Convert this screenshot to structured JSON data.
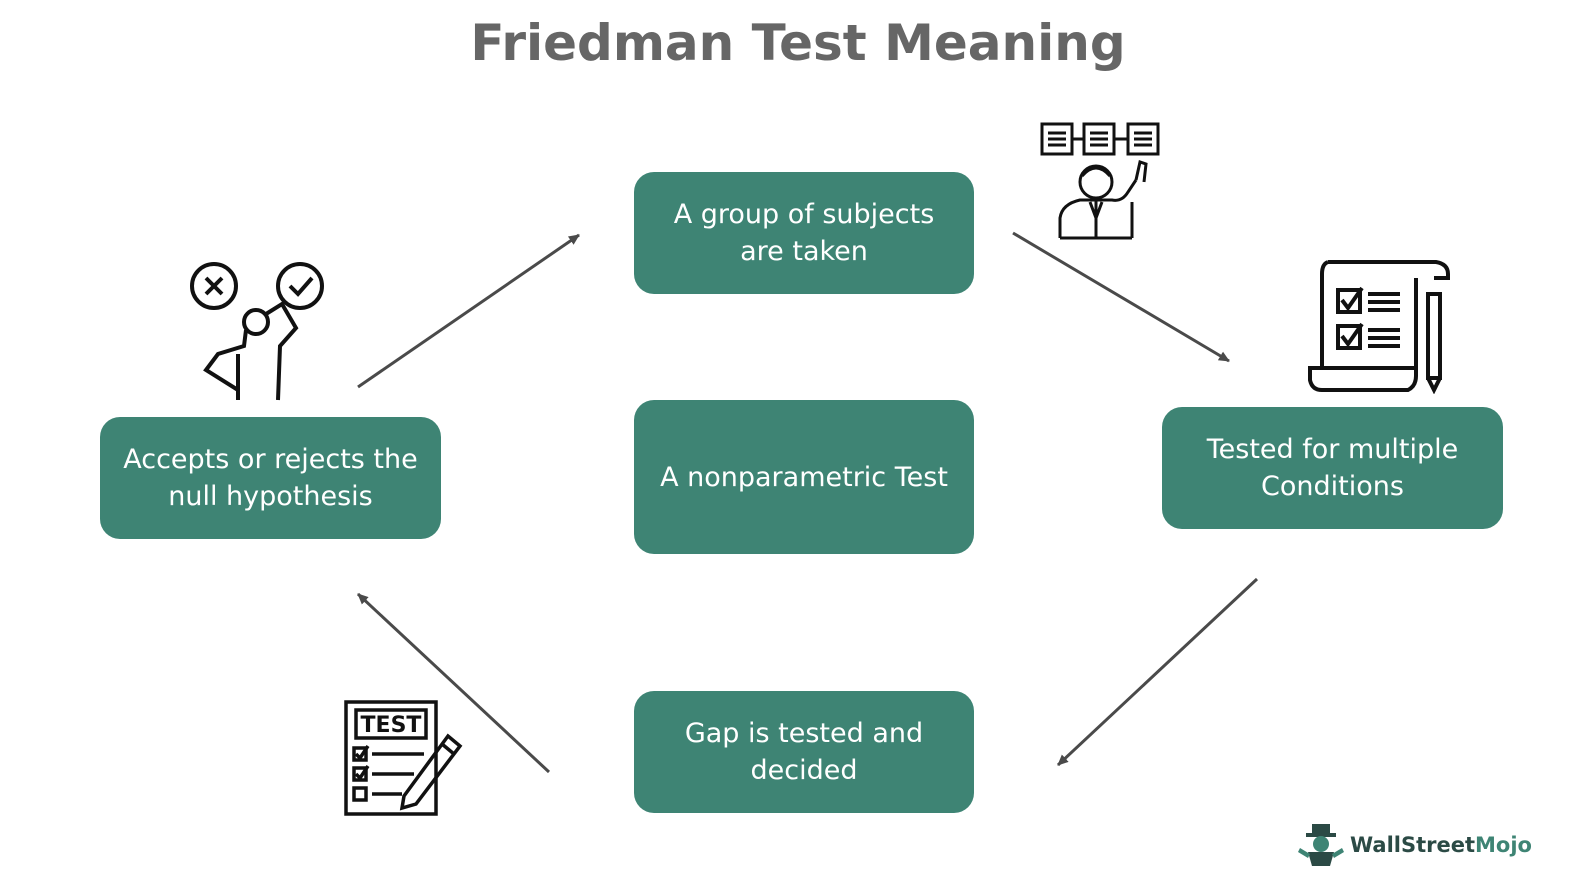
{
  "title": "Friedman Test Meaning",
  "nodes": {
    "top": "A group of subjects are taken",
    "right": "Tested for multiple Conditions",
    "bottom": "Gap is tested and decided",
    "left": "Accepts or rejects the null hypothesis",
    "center": "A nonparametric Test"
  },
  "icons": {
    "top": "presenter-with-charts-icon",
    "right": "checklist-scroll-icon",
    "bottom": "test-paper-icon",
    "left": "thinking-person-decision-icon"
  },
  "logo": {
    "text_main": "WallStreet",
    "text_accent": "Mojo"
  },
  "colors": {
    "box": "#3e8474",
    "title": "#666666",
    "arrow": "#4a4a4a"
  }
}
